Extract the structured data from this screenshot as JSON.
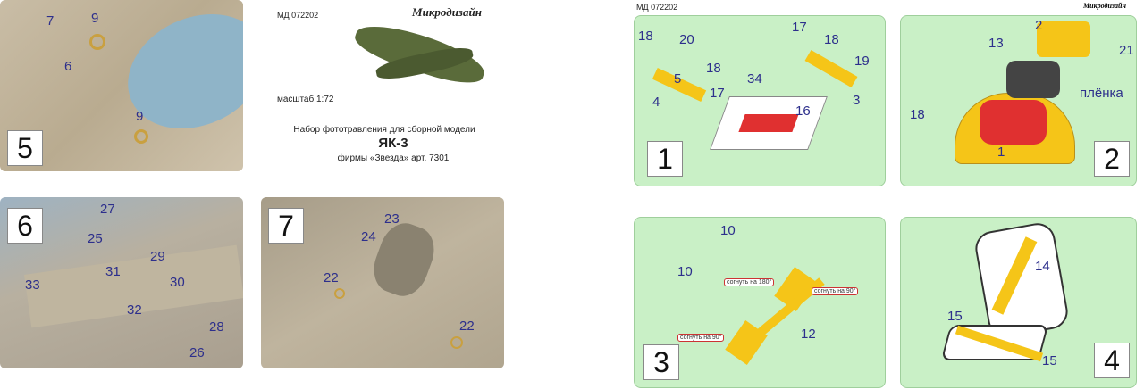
{
  "header": {
    "code": "МД 072202",
    "brand": "Микродизайн",
    "scale": "масштаб 1:72",
    "line1": "Набор фототравления для сборной модели",
    "model": "ЯК-3",
    "line3": "фирмы «Звезда» арт. 7301"
  },
  "right_header": {
    "code": "МД 072202",
    "brand": "Микродизайн"
  },
  "photos": [
    {
      "step": "5",
      "labels": [
        "7",
        "9",
        "6",
        "9"
      ]
    },
    {
      "step": "6",
      "labels": [
        "27",
        "25",
        "29",
        "31",
        "30",
        "33",
        "32",
        "28",
        "26"
      ]
    },
    {
      "step": "7",
      "labels": [
        "23",
        "24",
        "22",
        "22"
      ]
    }
  ],
  "panels": [
    {
      "step": "1",
      "labels": [
        "18",
        "20",
        "5",
        "18",
        "4",
        "17",
        "34",
        "17",
        "18",
        "19",
        "16",
        "3"
      ]
    },
    {
      "step": "2",
      "labels": [
        "2",
        "13",
        "21",
        "плёнка",
        "18",
        "1"
      ]
    },
    {
      "step": "3",
      "labels": [
        "10",
        "10",
        "12"
      ],
      "notes": [
        "согнуть на 180°",
        "согнуть на 90°",
        "согнуть на 90°"
      ]
    },
    {
      "step": "4",
      "labels": [
        "14",
        "15",
        "15"
      ]
    }
  ],
  "colors": {
    "panel": "#c9f0c6",
    "label": "#2d2f8c",
    "part": "#f5c518"
  }
}
